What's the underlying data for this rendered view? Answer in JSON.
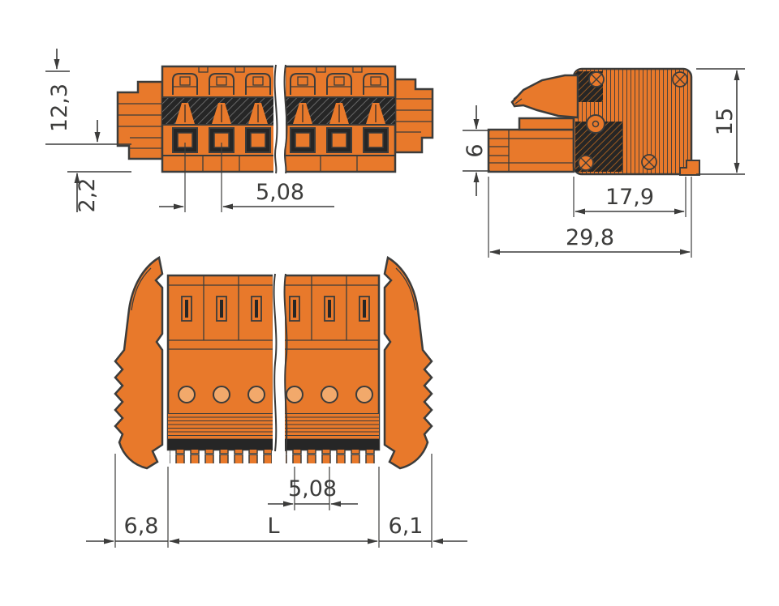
{
  "colors": {
    "body": "#E8792B",
    "line": "#3C3C3B",
    "dark": "#262626",
    "background": "#FFFFFF",
    "highlight": "#F2A96B"
  },
  "views": {
    "front": {
      "dims": {
        "overall_height": "12,3",
        "foot_height": "2,2",
        "pitch": "5,08"
      }
    },
    "side": {
      "dims": {
        "entry_height": "6",
        "overall_height": "15",
        "housing_depth": "17,9",
        "overall_depth": "29,8"
      }
    },
    "plan": {
      "dims": {
        "pitch": "5,08",
        "left_margin": "6,8",
        "length": "L",
        "right_margin": "6,1"
      }
    }
  }
}
